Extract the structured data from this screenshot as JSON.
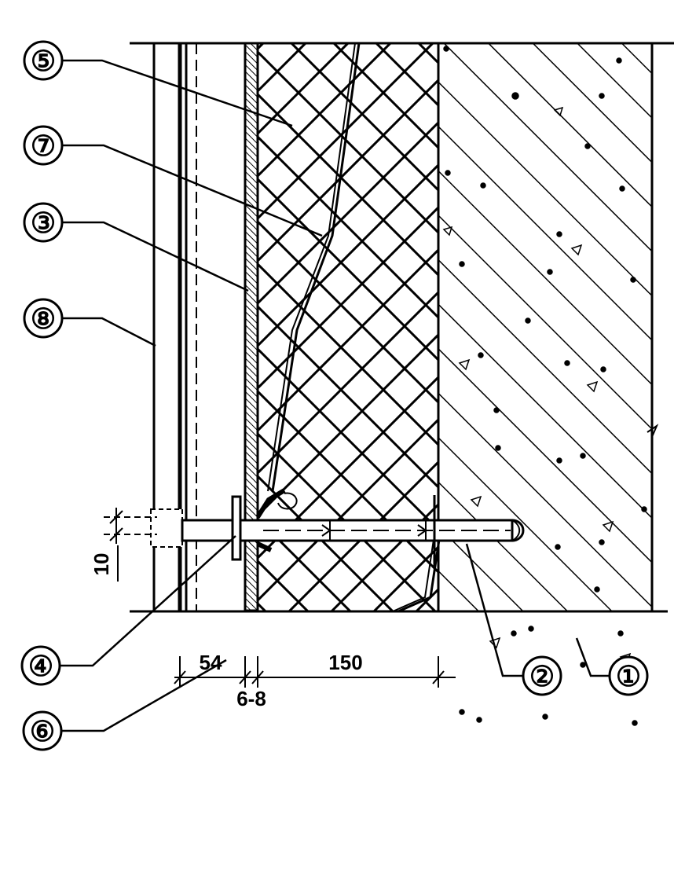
{
  "callouts": {
    "c1": "①",
    "c2": "②",
    "c3": "③",
    "c4": "④",
    "c5": "⑤",
    "c6": "⑥",
    "c7": "⑦",
    "c8": "⑧"
  },
  "dimensions": {
    "d54": "54",
    "d150": "150",
    "d68": "6-8",
    "d10": "10"
  }
}
